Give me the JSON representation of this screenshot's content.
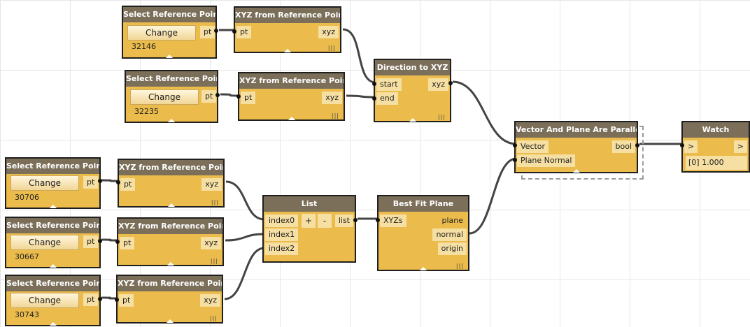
{
  "select_title": "Select Reference Point",
  "change_label": "Change",
  "pt_label": "pt",
  "xyz_title": "XYZ from Reference Point",
  "xyz_label": "xyz",
  "lacing_symbol": "|||",
  "select_nodes": [
    {
      "id": "32146"
    },
    {
      "id": "32235"
    },
    {
      "id": "30706"
    },
    {
      "id": "30667"
    },
    {
      "id": "30743"
    }
  ],
  "direction_node": {
    "title": "Direction to XYZ",
    "inputs": [
      "start",
      "end"
    ],
    "output": "xyz"
  },
  "list_node": {
    "title": "List",
    "inputs": [
      "index0",
      "index1",
      "index2"
    ],
    "add_label": "+",
    "remove_label": "-",
    "output": "list"
  },
  "best_fit_node": {
    "title": "Best Fit Plane",
    "input": "XYZs",
    "outputs": [
      "plane",
      "normal",
      "origin"
    ]
  },
  "parallel_node": {
    "title": "Vector And Plane Are Parallel",
    "inputs": [
      "Vector",
      "Plane Normal"
    ],
    "output": "bool"
  },
  "watch_node": {
    "title": "Watch",
    "input": ">",
    "output": ">",
    "value": "[0] 1.000"
  },
  "colors": {
    "node_body": "#ebbb4c",
    "node_header": "#7b6f5a",
    "port_bg": "#f6dfa2",
    "wire": "#444444",
    "grid": "#e6e6e6"
  }
}
